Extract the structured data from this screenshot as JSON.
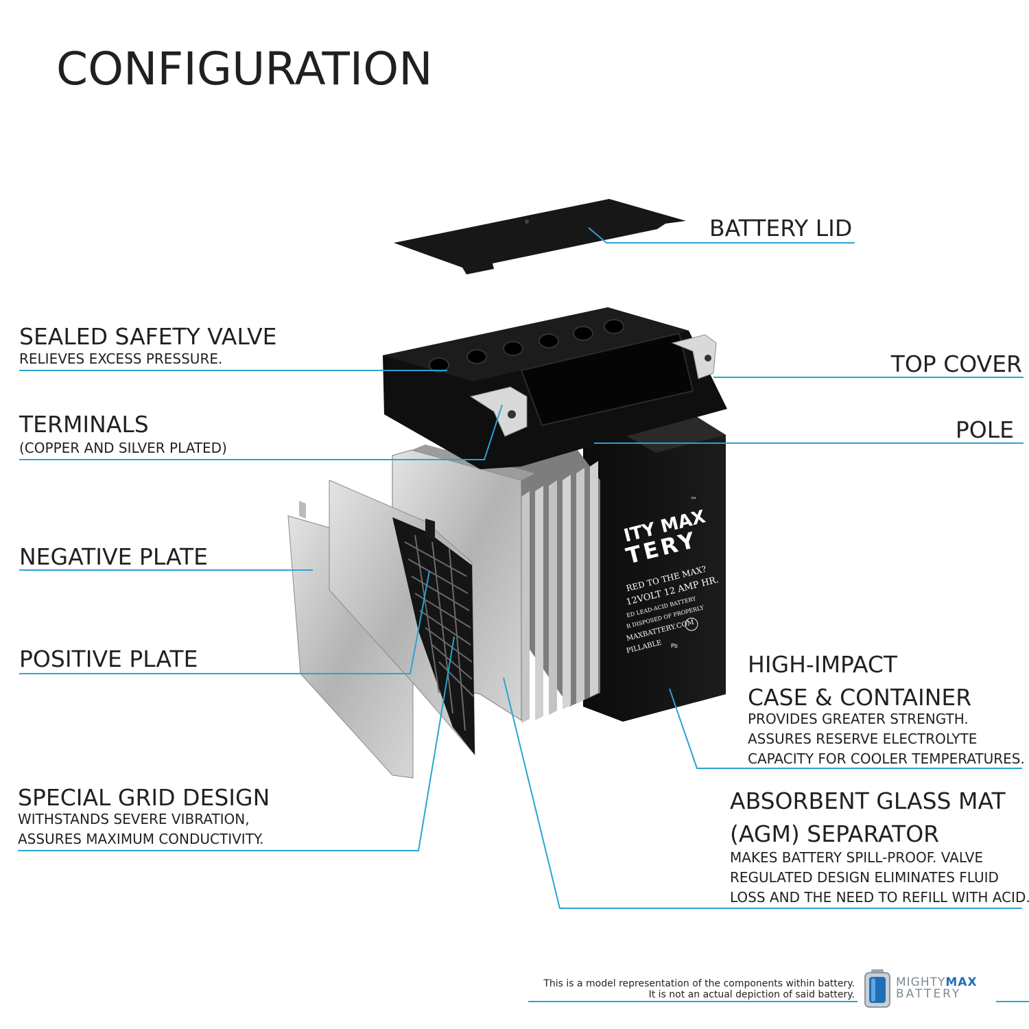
{
  "title": "CONFIGURATION",
  "labels": {
    "battery_lid": "BATTERY LID",
    "sealed_safety_valve": {
      "title": "SEALED SAFETY VALVE",
      "desc": "RELIEVES EXCESS PRESSURE."
    },
    "top_cover": "TOP COVER",
    "terminals": {
      "title": "TERMINALS",
      "desc": "(COPPER AND SILVER PLATED)"
    },
    "pole": "POLE",
    "negative_plate": "NEGATIVE PLATE",
    "positive_plate": "POSITIVE PLATE",
    "high_impact": {
      "title_line1": "HIGH-IMPACT",
      "title_line2": "CASE & CONTAINER",
      "desc_line1": "PROVIDES GREATER STRENGTH.",
      "desc_line2": "ASSURES RESERVE ELECTROLYTE",
      "desc_line3": "CAPACITY FOR COOLER TEMPERATURES."
    },
    "special_grid": {
      "title": "SPECIAL GRID DESIGN",
      "desc_line1": "WITHSTANDS SEVERE VIBRATION,",
      "desc_line2": "ASSURES MAXIMUM CONDUCTIVITY."
    },
    "agm": {
      "title_line1": "ABSORBENT GLASS MAT",
      "title_line2": "(AGM) SEPARATOR",
      "desc_line1": "MAKES BATTERY SPILL-PROOF. VALVE",
      "desc_line2": "REGULATED DESIGN ELIMINATES FLUID",
      "desc_line3": "LOSS AND THE NEED TO REFILL WITH ACID."
    }
  },
  "battery_label": {
    "brand_line1": "ITY MAX",
    "brand_line2": "TERY",
    "tm": "™",
    "line1": "RED TO THE MAX?",
    "line2": "12VOLT 12 AMP HR.",
    "line3": "ED LEAD-ACID BATTERY",
    "line4": "R DISPOSED OF PROPERLY",
    "line5": "MAXBATTERY.COM",
    "line6": "PILLABLE",
    "pb": "Pb"
  },
  "disclaimer": {
    "line1": "This is a model representation of the components within battery.",
    "line2": "It is not an actual depiction of said battery."
  },
  "logo": {
    "line1_a": "MIGHTY",
    "line1_b": "MAX",
    "line2": "BATTERY"
  },
  "colors": {
    "leader": "#2aa3d2",
    "text": "#231f20",
    "battery_black": "#111111",
    "plate_silver": "#b9b9b9"
  }
}
